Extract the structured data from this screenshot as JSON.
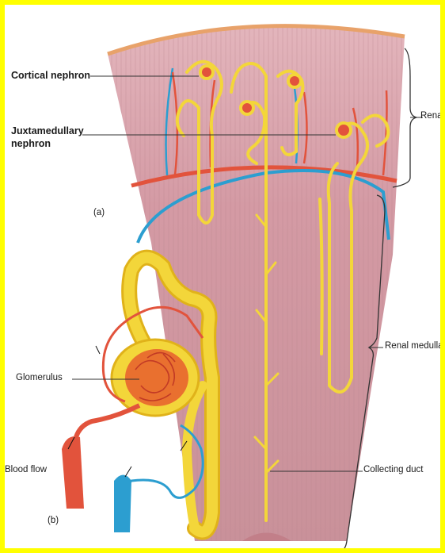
{
  "labels": {
    "cortical_nephron": "Cortical nephron",
    "juxtamedullary_line1": "Juxtamedullary",
    "juxtamedullary_line2": "nephron",
    "panel_a": "(a)",
    "renal_cortex": "Rena",
    "renal_medulla": "Renal medulla",
    "glomerulus": "Glomerulus",
    "blood_flow": "Blood flow",
    "collecting_duct": "Collecting duct",
    "panel_b": "(b)"
  },
  "colors": {
    "frame_border": "#ffff00",
    "tissue": "#d7a2ab",
    "cortex_tissue": "#dcaab2",
    "capsule": "#e8a26a",
    "tubule": "#f3d63a",
    "artery": "#e2533c",
    "vein": "#2c9ed0"
  }
}
